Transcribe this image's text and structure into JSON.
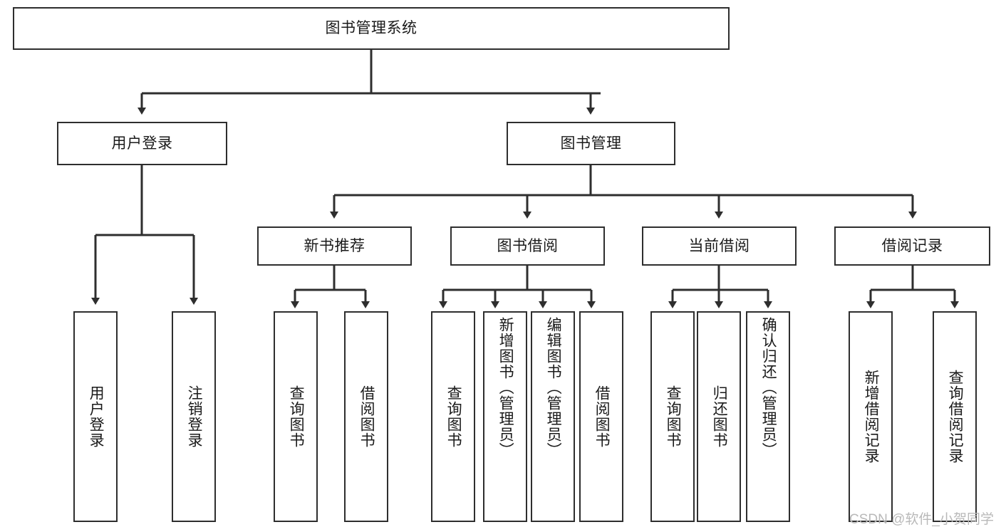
{
  "diagram": {
    "type": "tree-hierarchy-diagram",
    "title": "图书管理系统",
    "colors": {
      "box_border": "#2e2e2e",
      "box_fill": "#ffffff",
      "connector": "#2e2e2e",
      "text": "#1a1a1a",
      "watermark": "#b9b9b9"
    },
    "levels": {
      "level1": [
        "图书管理系统"
      ],
      "level2": [
        "用户登录",
        "图书管理"
      ],
      "level3": [
        "新书推荐",
        "图书借阅",
        "当前借阅",
        "借阅记录"
      ],
      "level4": [
        "用户登录",
        "注销登录",
        "查询图书",
        "借阅图书",
        "查询图书",
        "新增图书（管理员）",
        "编辑图书（管理员）",
        "借阅图书",
        "查询图书",
        "归还图书",
        "确认归还（管理员）",
        "新增借阅记录",
        "查询借阅记录"
      ]
    },
    "nodes": {
      "root": {
        "label": "图书管理系统"
      },
      "user_login": {
        "label": "用户登录"
      },
      "book_manage": {
        "label": "图书管理"
      },
      "new_book_rec": {
        "label": "新书推荐"
      },
      "book_borrow": {
        "label": "图书借阅"
      },
      "current_borrow": {
        "label": "当前借阅"
      },
      "borrow_record": {
        "label": "借阅记录"
      },
      "leaf_user_login": {
        "label": "用户登录"
      },
      "leaf_logout": {
        "label": "注销登录"
      },
      "leaf_query_book_1": {
        "label": "查询图书"
      },
      "leaf_borrow_book_1": {
        "label": "借阅图书"
      },
      "leaf_query_book_2": {
        "label": "查询图书"
      },
      "leaf_add_book": {
        "label": "新增图书（管理员）"
      },
      "leaf_edit_book": {
        "label": "编辑图书（管理员）"
      },
      "leaf_borrow_book_2": {
        "label": "借阅图书"
      },
      "leaf_query_book_3": {
        "label": "查询图书"
      },
      "leaf_return_book": {
        "label": "归还图书"
      },
      "leaf_confirm_return": {
        "label": "确认归还（管理员）"
      },
      "leaf_add_record": {
        "label": "新增借阅记录"
      },
      "leaf_query_record": {
        "label": "查询借阅记录"
      }
    },
    "watermark": "CSDN @软件_小贺同学"
  }
}
